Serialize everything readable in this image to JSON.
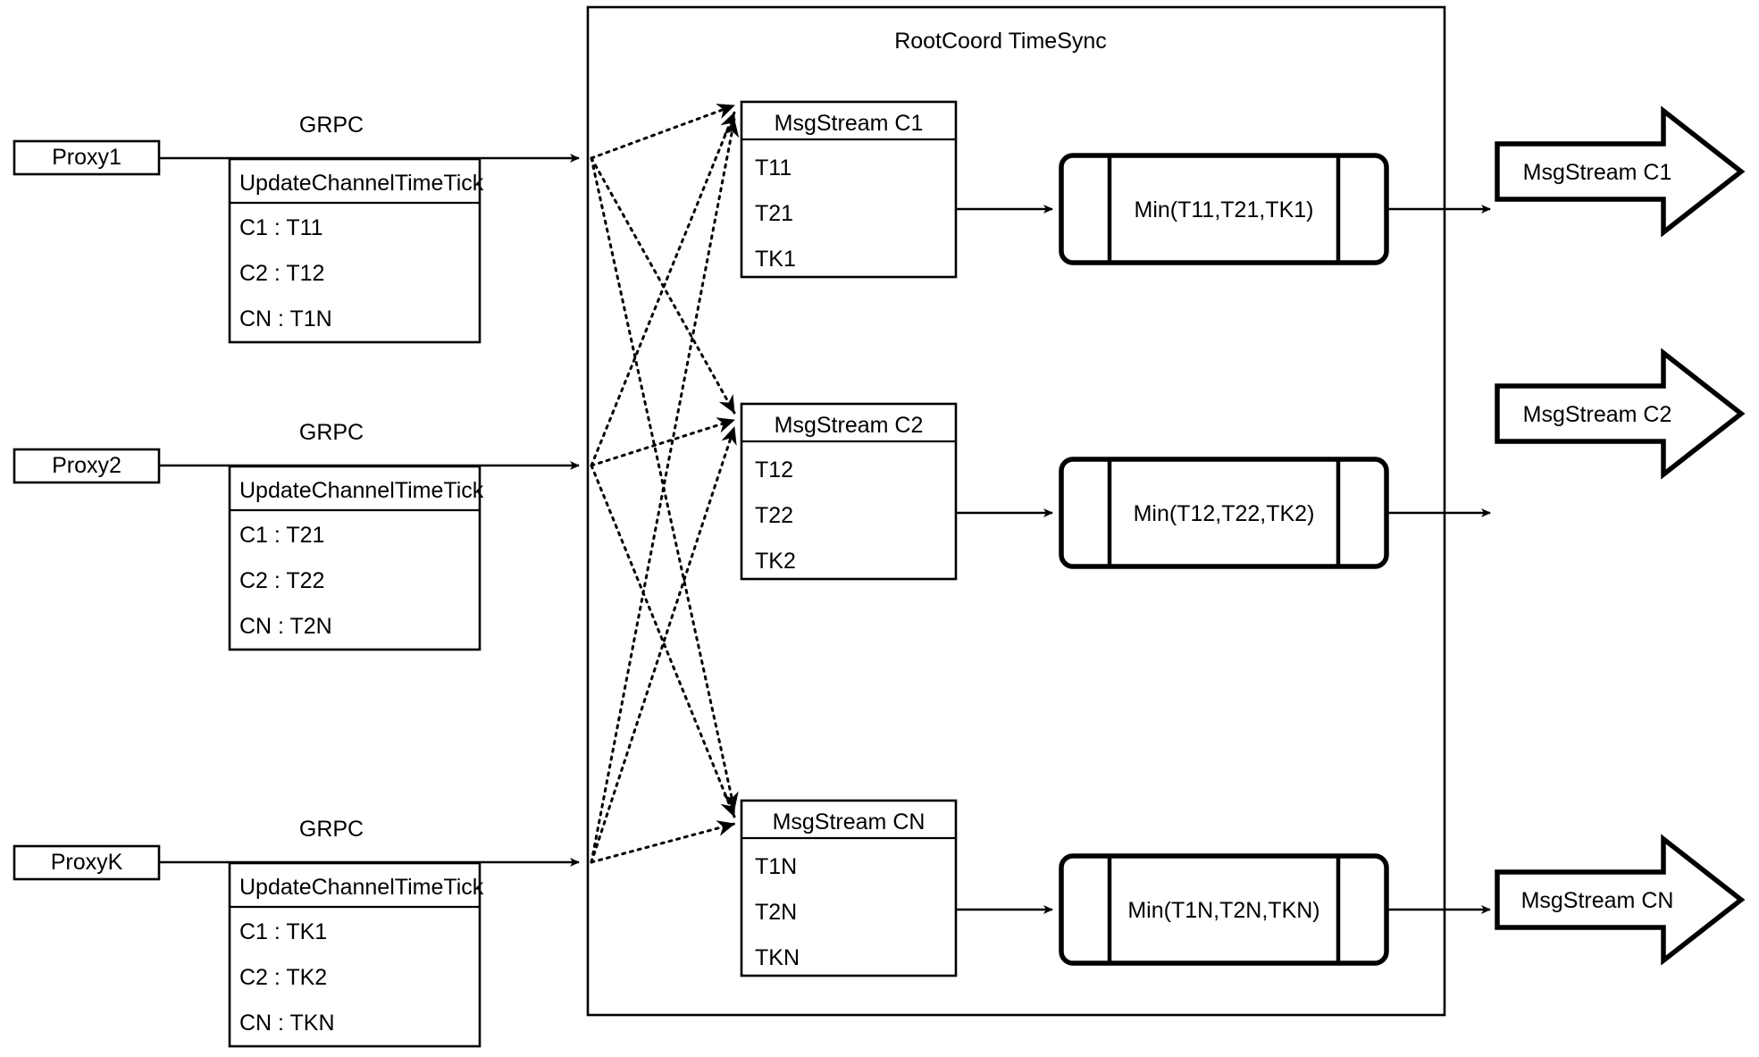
{
  "diagram": {
    "title": "RootCoord TimeSync",
    "container_label": "RootCoord TimeSync"
  },
  "proxies": [
    {
      "name": "Proxy1",
      "link_label": "GRPC",
      "message": {
        "header": "UpdateChannelTimeTick",
        "rows": [
          "C1 :  T11",
          "C2 :  T12",
          "CN : T1N"
        ]
      }
    },
    {
      "name": "Proxy2",
      "link_label": "GRPC",
      "message": {
        "header": "UpdateChannelTimeTick",
        "rows": [
          "C1 :  T21",
          "C2 :  T22",
          "CN : T2N"
        ]
      }
    },
    {
      "name": "ProxyK",
      "link_label": "GRPC",
      "message": {
        "header": "UpdateChannelTimeTick",
        "rows": [
          "C1 :  TK1",
          "C2 :  TK2",
          "CN : TKN"
        ]
      }
    }
  ],
  "channels": [
    {
      "stream": {
        "header": "MsgStream C1",
        "rows": [
          "T11",
          "T21",
          "TK1"
        ]
      },
      "process": {
        "label": "Min(T11,T21,TK1)"
      },
      "output": {
        "label": "MsgStream C1"
      }
    },
    {
      "stream": {
        "header": "MsgStream C2",
        "rows": [
          "T12",
          "T22",
          "TK2"
        ]
      },
      "process": {
        "label": "Min(T12,T22,TK2)"
      },
      "output": {
        "label": "MsgStream C2"
      }
    },
    {
      "stream": {
        "header": "MsgStream CN",
        "rows": [
          "T1N",
          "T2N",
          "TKN"
        ]
      },
      "process": {
        "label": "Min(T1N,T2N,TKN)"
      },
      "output": {
        "label": "MsgStream CN"
      }
    }
  ],
  "colors": {
    "stroke": "#000000",
    "fill": "#ffffff",
    "background": "#ffffff"
  }
}
